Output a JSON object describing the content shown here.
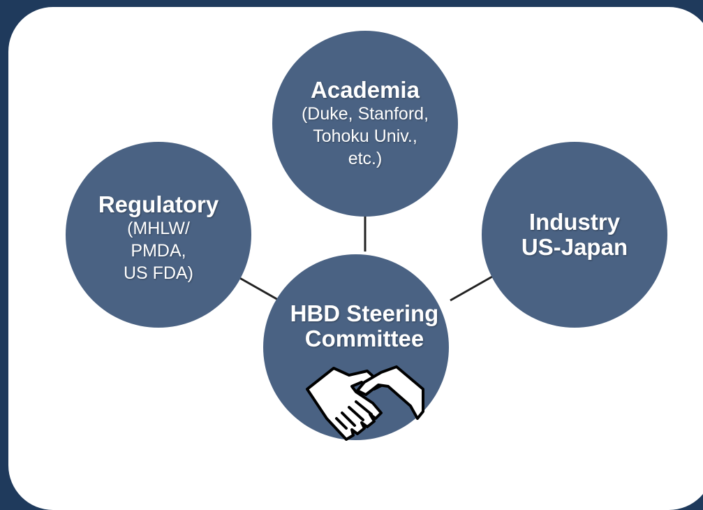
{
  "colors": {
    "page_bg": "#1f3a5c",
    "card_bg": "#ffffff",
    "node_fill": "#4a6283",
    "connector": "#222222"
  },
  "nodes": {
    "academia": {
      "title": "Academia",
      "sub": [
        "(Duke, Stanford,",
        "Tohoku Univ.,",
        "etc.)"
      ]
    },
    "regulatory": {
      "title": "Regulatory",
      "sub": [
        "(MHLW/",
        "PMDA,",
        "US FDA)"
      ]
    },
    "industry": {
      "title": [
        "Industry",
        "US-Japan"
      ]
    },
    "center": {
      "title": [
        "HBD Steering",
        "Committee"
      ],
      "icon": "handshake-icon"
    }
  }
}
